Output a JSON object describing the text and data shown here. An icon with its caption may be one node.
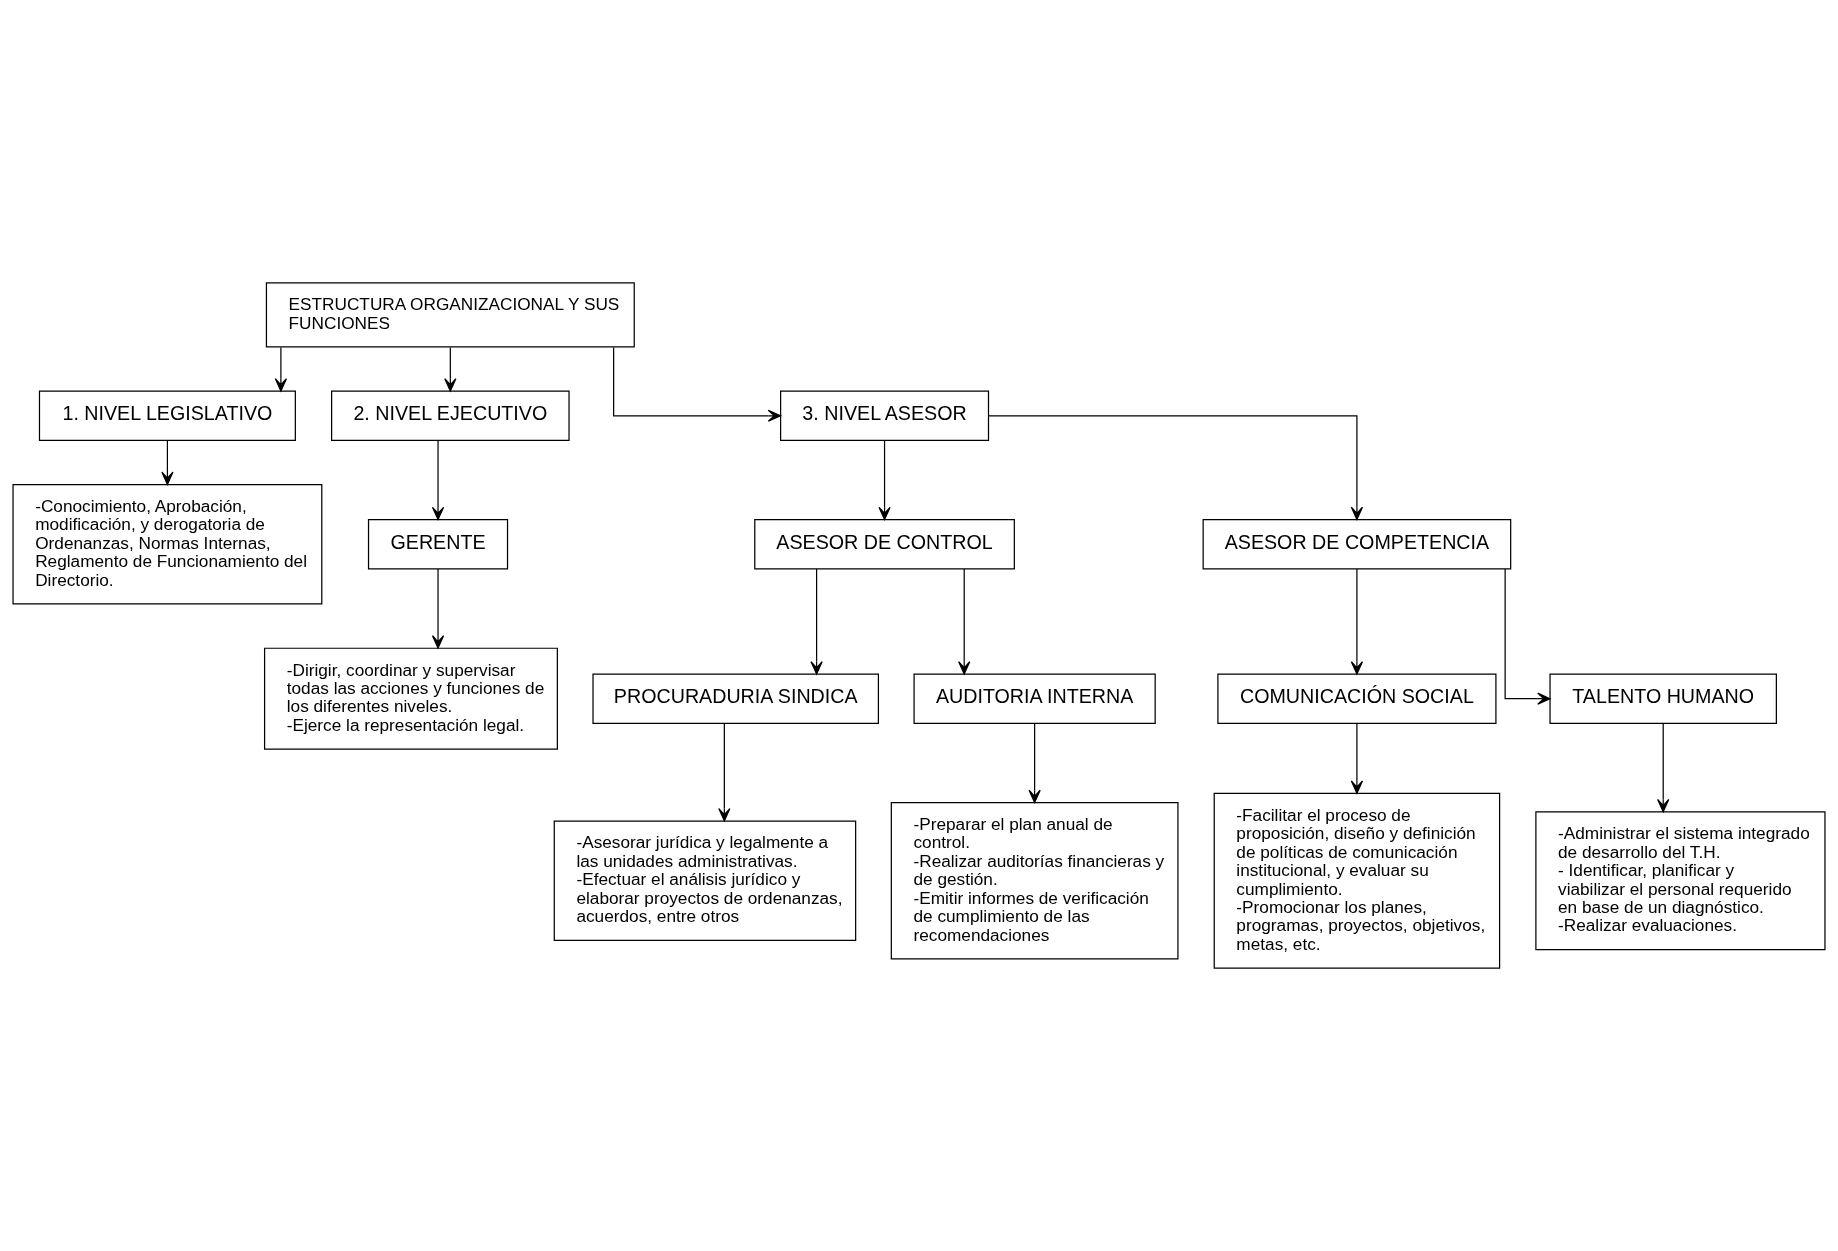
{
  "diagram": {
    "nodes": [
      {
        "text": [
          "ESTRUCTURA ORGANIZACIONAL Y SUS FUNCIONES"
        ]
      },
      {
        "text": [
          "1. NIVEL LEGISLATIVO"
        ]
      },
      {
        "text": [
          "2. NIVEL EJECUTIVO"
        ]
      },
      {
        "text": [
          "3. NIVEL ASESOR"
        ]
      },
      {
        "text": [
          "GERENTE"
        ]
      },
      {
        "text": [
          "ASESOR DE CONTROL"
        ]
      },
      {
        "text": [
          "ASESOR DE COMPETENCIA"
        ]
      },
      {
        "text": [
          "-Conocimiento, Aprobación, modificación, y derogatoria de Ordenanzas, Normas Internas, Reglamento de Funcionamiento del Directorio."
        ]
      },
      {
        "text": [
          "-Dirigir, coordinar y supervisar todas las acciones y funciones de los diferentes niveles.",
          "-Ejerce la representación legal."
        ]
      },
      {
        "text": [
          "PROCURADURIA SINDICA"
        ]
      },
      {
        "text": [
          "AUDITORIA INTERNA"
        ]
      },
      {
        "text": [
          "COMUNICACIÓN SOCIAL"
        ]
      },
      {
        "text": [
          "TALENTO HUMANO"
        ]
      },
      {
        "text": [
          "-Asesorar jurídica y legalmente a las unidades administrativas.",
          "-Efectuar el análisis jurídico y elaborar proyectos de ordenanzas, acuerdos, entre otros"
        ]
      },
      {
        "text": [
          "-Preparar el plan anual de control.",
          "-Realizar auditorías financieras y de gestión.",
          "-Emitir informes de verificación de cumplimiento de las recomendaciones"
        ]
      },
      {
        "text": [
          "-Facilitar el proceso de proposición, diseño y definición de políticas de comunicación institucional, y evaluar su cumplimiento.",
          "-Promocionar los planes, programas, proyectos, objetivos, metas, etc."
        ]
      },
      {
        "text": [
          "-Administrar el sistema integrado de desarrollo del T.H.",
          "- Identificar, planificar y viabilizar el personal requerido en base de un diagnóstico.",
          "-Realizar evaluaciones."
        ]
      }
    ],
    "edges": [
      {
        "from": 0,
        "to": 1,
        "arrow": "to"
      },
      {
        "from": 0,
        "to": 2,
        "arrow": "to"
      },
      {
        "from": 0,
        "to": 3,
        "arrow": "to"
      },
      {
        "from": 1,
        "to": 7,
        "arrow": "to"
      },
      {
        "from": 2,
        "to": 4,
        "arrow": "to"
      },
      {
        "from": 4,
        "to": 8,
        "arrow": "to"
      },
      {
        "from": 3,
        "to": 5,
        "arrow": "to"
      },
      {
        "from": 3,
        "to": 6,
        "arrow": "to"
      },
      {
        "from": 5,
        "to": 9,
        "arrow": "to"
      },
      {
        "from": 5,
        "to": 10,
        "arrow": "to"
      },
      {
        "from": 6,
        "to": 11,
        "arrow": "to"
      },
      {
        "from": 6,
        "to": 12,
        "arrow": "to"
      },
      {
        "from": 9,
        "to": 13,
        "arrow": "to"
      },
      {
        "from": 10,
        "to": 14,
        "arrow": "to"
      },
      {
        "from": 11,
        "to": 15,
        "arrow": "to"
      },
      {
        "from": 12,
        "to": 16,
        "arrow": "to"
      }
    ]
  }
}
